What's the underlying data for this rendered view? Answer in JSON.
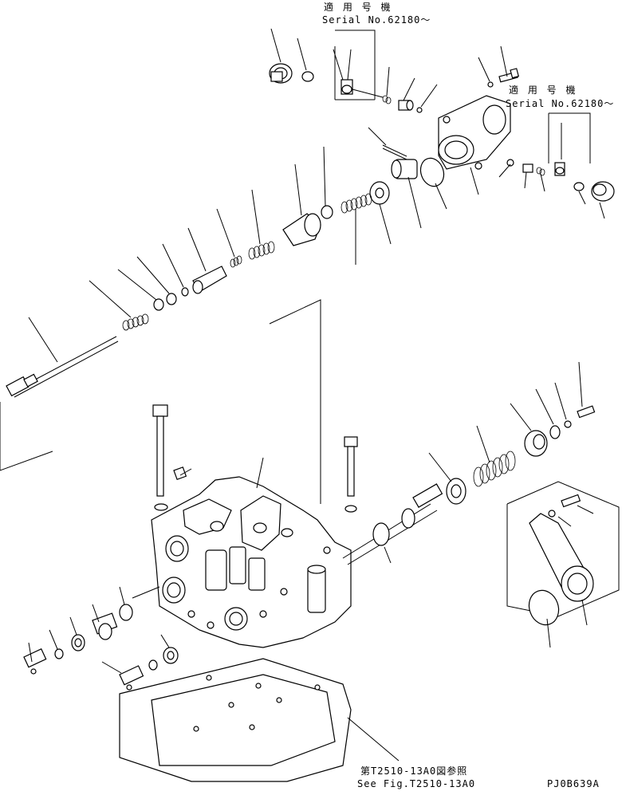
{
  "notes": {
    "applicable_top_jp": "適 用 号 機",
    "serial_top": "Serial No.62180～",
    "applicable_right_jp": "適 用 号 機",
    "serial_right": "Serial No.62180～",
    "ref_jp": "第T2510-13A0図参照",
    "ref_en": "See Fig.T2510-13A0",
    "drawing_code": "PJ0B639A"
  },
  "colors": {
    "line": "#000000",
    "background": "#ffffff"
  }
}
